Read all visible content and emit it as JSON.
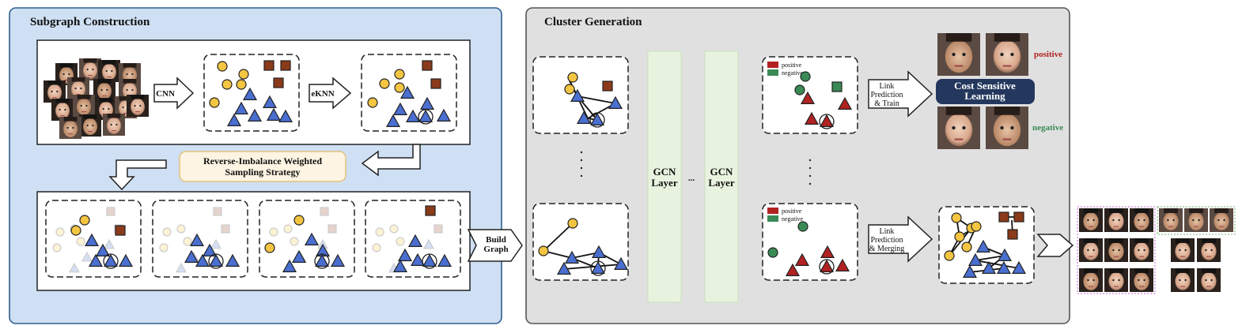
{
  "panels": {
    "subgraph_title": "Subgraph Construction",
    "cluster_title": "Cluster Generation"
  },
  "arrows": {
    "cnn": "CNN",
    "eknn": "eKNN",
    "build_graph": [
      "Build",
      "Graph"
    ],
    "link_train": [
      "Link",
      "Prediction",
      "& Train"
    ],
    "link_merge": [
      "Link",
      "Prediction",
      "& Merging"
    ]
  },
  "strategy": [
    "Reverse-Imbalance Weighted",
    "Sampling Strategy"
  ],
  "gcn": {
    "layer1": [
      "GCN",
      "Layer"
    ],
    "ellipsis": "...",
    "layer2": [
      "GCN",
      "Layer"
    ]
  },
  "legend": {
    "positive": "positive",
    "negative": "negative"
  },
  "cost_sensitive": [
    "Cost Sensitive",
    "Learning"
  ],
  "face_labels": {
    "positive": "positive",
    "negative": "negative"
  },
  "colors": {
    "subgraph_bg": "#cfe0f4",
    "subgraph_border": "#2f5f8f",
    "cluster_bg": "#e0e0e0",
    "cluster_border": "#555555",
    "circle_yellow": "#f4c542",
    "triangle_blue": "#4a6fd1",
    "square_brown": "#8b3a1a",
    "positive_red": "#b22222",
    "negative_green": "#3a8a55",
    "gcn_fill": "#e8f3df",
    "cost_box": "#24385e",
    "strategy_fill": "#fdf4e3",
    "strategy_border": "#e3c27a"
  }
}
